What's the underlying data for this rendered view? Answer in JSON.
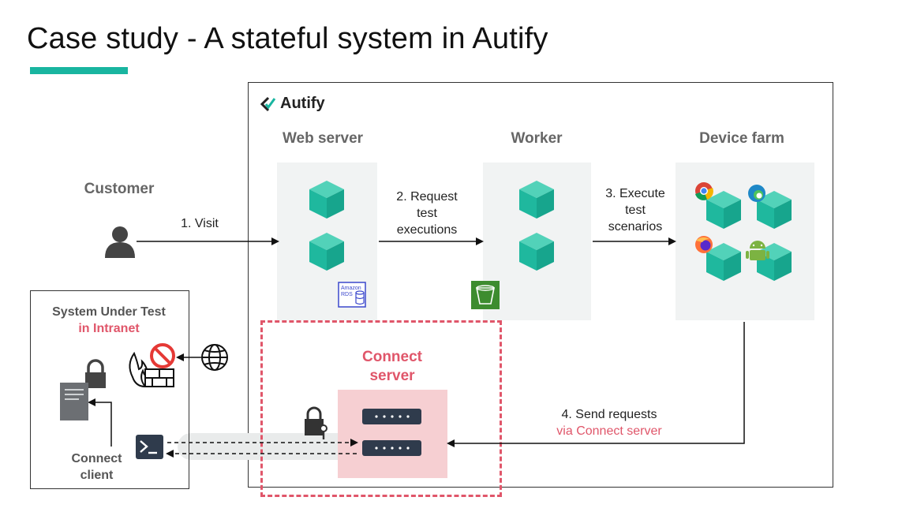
{
  "title": "Case study - A stateful system in Autify",
  "brand": "Autify",
  "columns": {
    "web_server": "Web server",
    "worker": "Worker",
    "device_farm": "Device farm"
  },
  "customer": "Customer",
  "steps": {
    "visit": "1. Visit",
    "request_lines": [
      "2. Request",
      "test",
      "executions"
    ],
    "execute_lines": [
      "3. Execute",
      "test",
      "scenarios"
    ],
    "send_line1": "4. Send requests",
    "send_line2": "via Connect server"
  },
  "sut": {
    "line1": "System Under Test",
    "line2": "in Intranet"
  },
  "connect_server_lines": [
    "Connect",
    "server"
  ],
  "connect_client_lines": [
    "Connect",
    "client"
  ],
  "rds_label_lines": [
    "Amazon",
    "RDS"
  ],
  "colors": {
    "accent_teal": "#19b5a0",
    "cube": "#1fb89e",
    "connect_red": "#e0566a",
    "connect_pink": "#f6cfd2"
  },
  "icons": [
    "autify-logo-icon",
    "user-icon",
    "database-cube-icon",
    "amazon-rds-icon",
    "s3-bucket-icon",
    "chrome-icon",
    "edge-icon",
    "firefox-icon",
    "android-icon",
    "globe-icon",
    "firewall-icon",
    "lock-icon",
    "server-doc-icon",
    "terminal-icon",
    "server-rack-icon"
  ]
}
